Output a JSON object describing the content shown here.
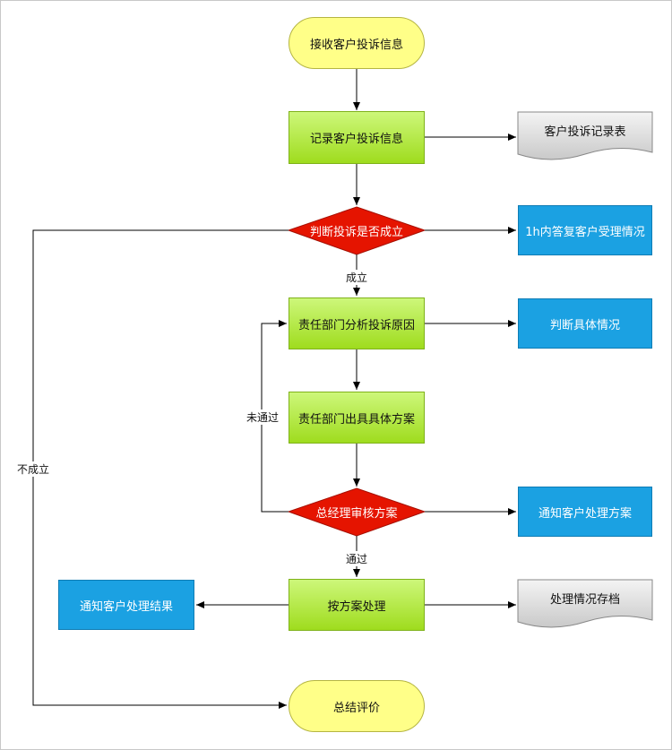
{
  "nodes": {
    "start": "接收客户投诉信息",
    "record": "记录客户投诉信息",
    "record_doc": "客户投诉记录表",
    "judge": "判断投诉是否成立",
    "reply": "1h内答复客户受理情况",
    "analyze": "责任部门分析投诉原因",
    "judge_detail": "判断具体情况",
    "plan": "责任部门出具具体方案",
    "review": "总经理审核方案",
    "notify_plan": "通知客户处理方案",
    "handle": "按方案处理",
    "notify_result": "通知客户处理结果",
    "archive": "处理情况存档",
    "end": "总结评价"
  },
  "labels": {
    "established": "成立",
    "not_established": "不成立",
    "passed": "通过",
    "not_passed": "未通过"
  },
  "colors": {
    "terminal": "#ffff88",
    "process": "#b6ea3c",
    "decision": "#e51400",
    "info": "#1ba1e2",
    "document": "#d9d9d9"
  }
}
